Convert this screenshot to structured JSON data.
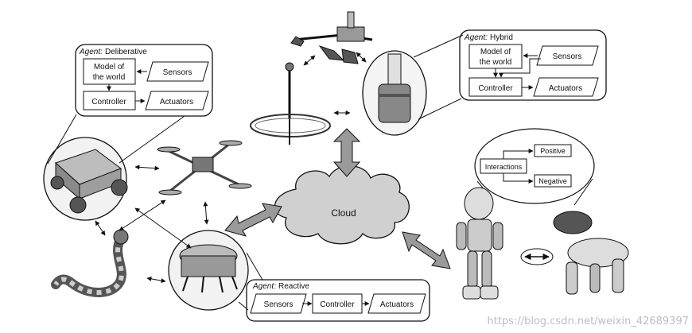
{
  "deliberative": {
    "agent_word": "Agent:",
    "type": "Deliberative",
    "model_line1": "Model of",
    "model_line2": "the world",
    "sensors": "Sensors",
    "controller": "Controller",
    "actuators": "Actuators"
  },
  "hybrid": {
    "agent_word": "Agent:",
    "type": "Hybrid",
    "model_line1": "Model of",
    "model_line2": "the world",
    "sensors": "Sensors",
    "controller": "Controller",
    "actuators": "Actuators"
  },
  "reactive": {
    "agent_word": "Agent:",
    "type": "Reactive",
    "sensors": "Sensors",
    "controller": "Controller",
    "actuators": "Actuators"
  },
  "interactions": {
    "center": "Interactions",
    "positive": "Positive",
    "negative": "Negative"
  },
  "cloud": {
    "label": "Cloud"
  },
  "watermark": "https://blog.csdn.net/weixin_42689397"
}
